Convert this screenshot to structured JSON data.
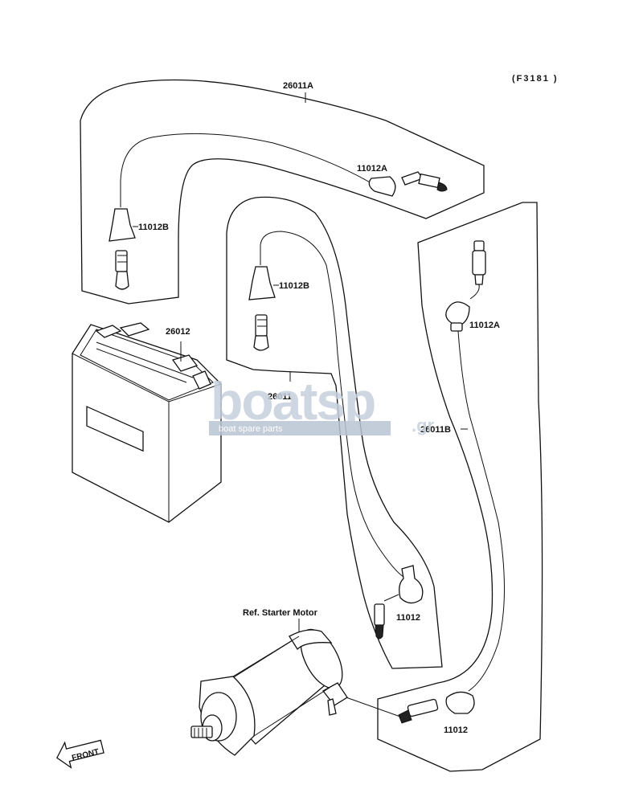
{
  "diagram": {
    "code": "(F3181 )",
    "labels": {
      "harness_top": "26011A",
      "harness_mid": "26011",
      "harness_right": "26011B",
      "battery": "26012",
      "cap_top_right": "11012A",
      "cap_top_left": "11012B",
      "cap_mid_left": "11012B",
      "cap_right": "11012A",
      "cap_lower_mid": "11012",
      "cap_lower_right": "11012"
    },
    "starter_ref": "Ref. Starter Motor",
    "front_arrow": "FRONT"
  },
  "watermark": {
    "brand": "boatsp",
    "suffix": ".gr",
    "tagline": "boat spare parts"
  }
}
